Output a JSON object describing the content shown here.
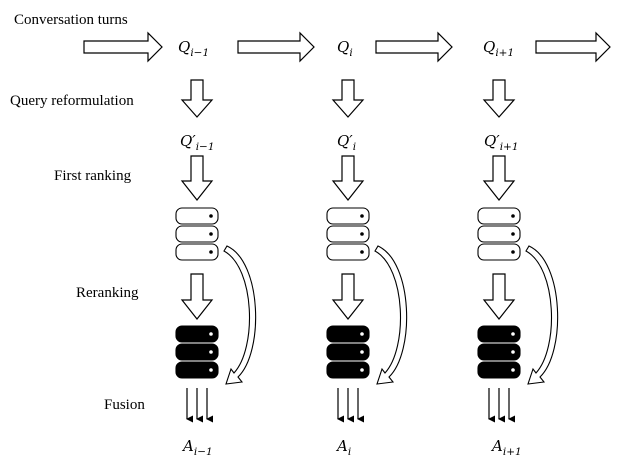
{
  "stages": {
    "conversation_turns": "Conversation turns",
    "query_reformulation": "Query reformulation",
    "first_ranking": "First ranking",
    "reranking": "Reranking",
    "fusion": "Fusion"
  },
  "columns": [
    {
      "query": "Q",
      "query_sub": "i−1",
      "reformulated": "Q′",
      "reformulated_sub": "i−1",
      "answer": "A",
      "answer_sub": "i−1"
    },
    {
      "query": "Q",
      "query_sub": "i",
      "reformulated": "Q′",
      "reformulated_sub": "i",
      "answer": "A",
      "answer_sub": "i"
    },
    {
      "query": "Q",
      "query_sub": "i+1",
      "reformulated": "Q′",
      "reformulated_sub": "i+1",
      "answer": "A",
      "answer_sub": "i+1"
    }
  ],
  "icons": {
    "turn_arrow": "right-outline-arrow-icon",
    "step_arrow": "down-outline-arrow-icon",
    "first_ranking_db": "database-outline-icon",
    "reranking_db": "database-filled-icon",
    "fusion_link": "curved-arrow-icon",
    "fusion_output": "triple-down-arrow-icon"
  },
  "colors": {
    "stroke": "#000000",
    "fill_light": "#ffffff",
    "fill_dark": "#000000"
  }
}
